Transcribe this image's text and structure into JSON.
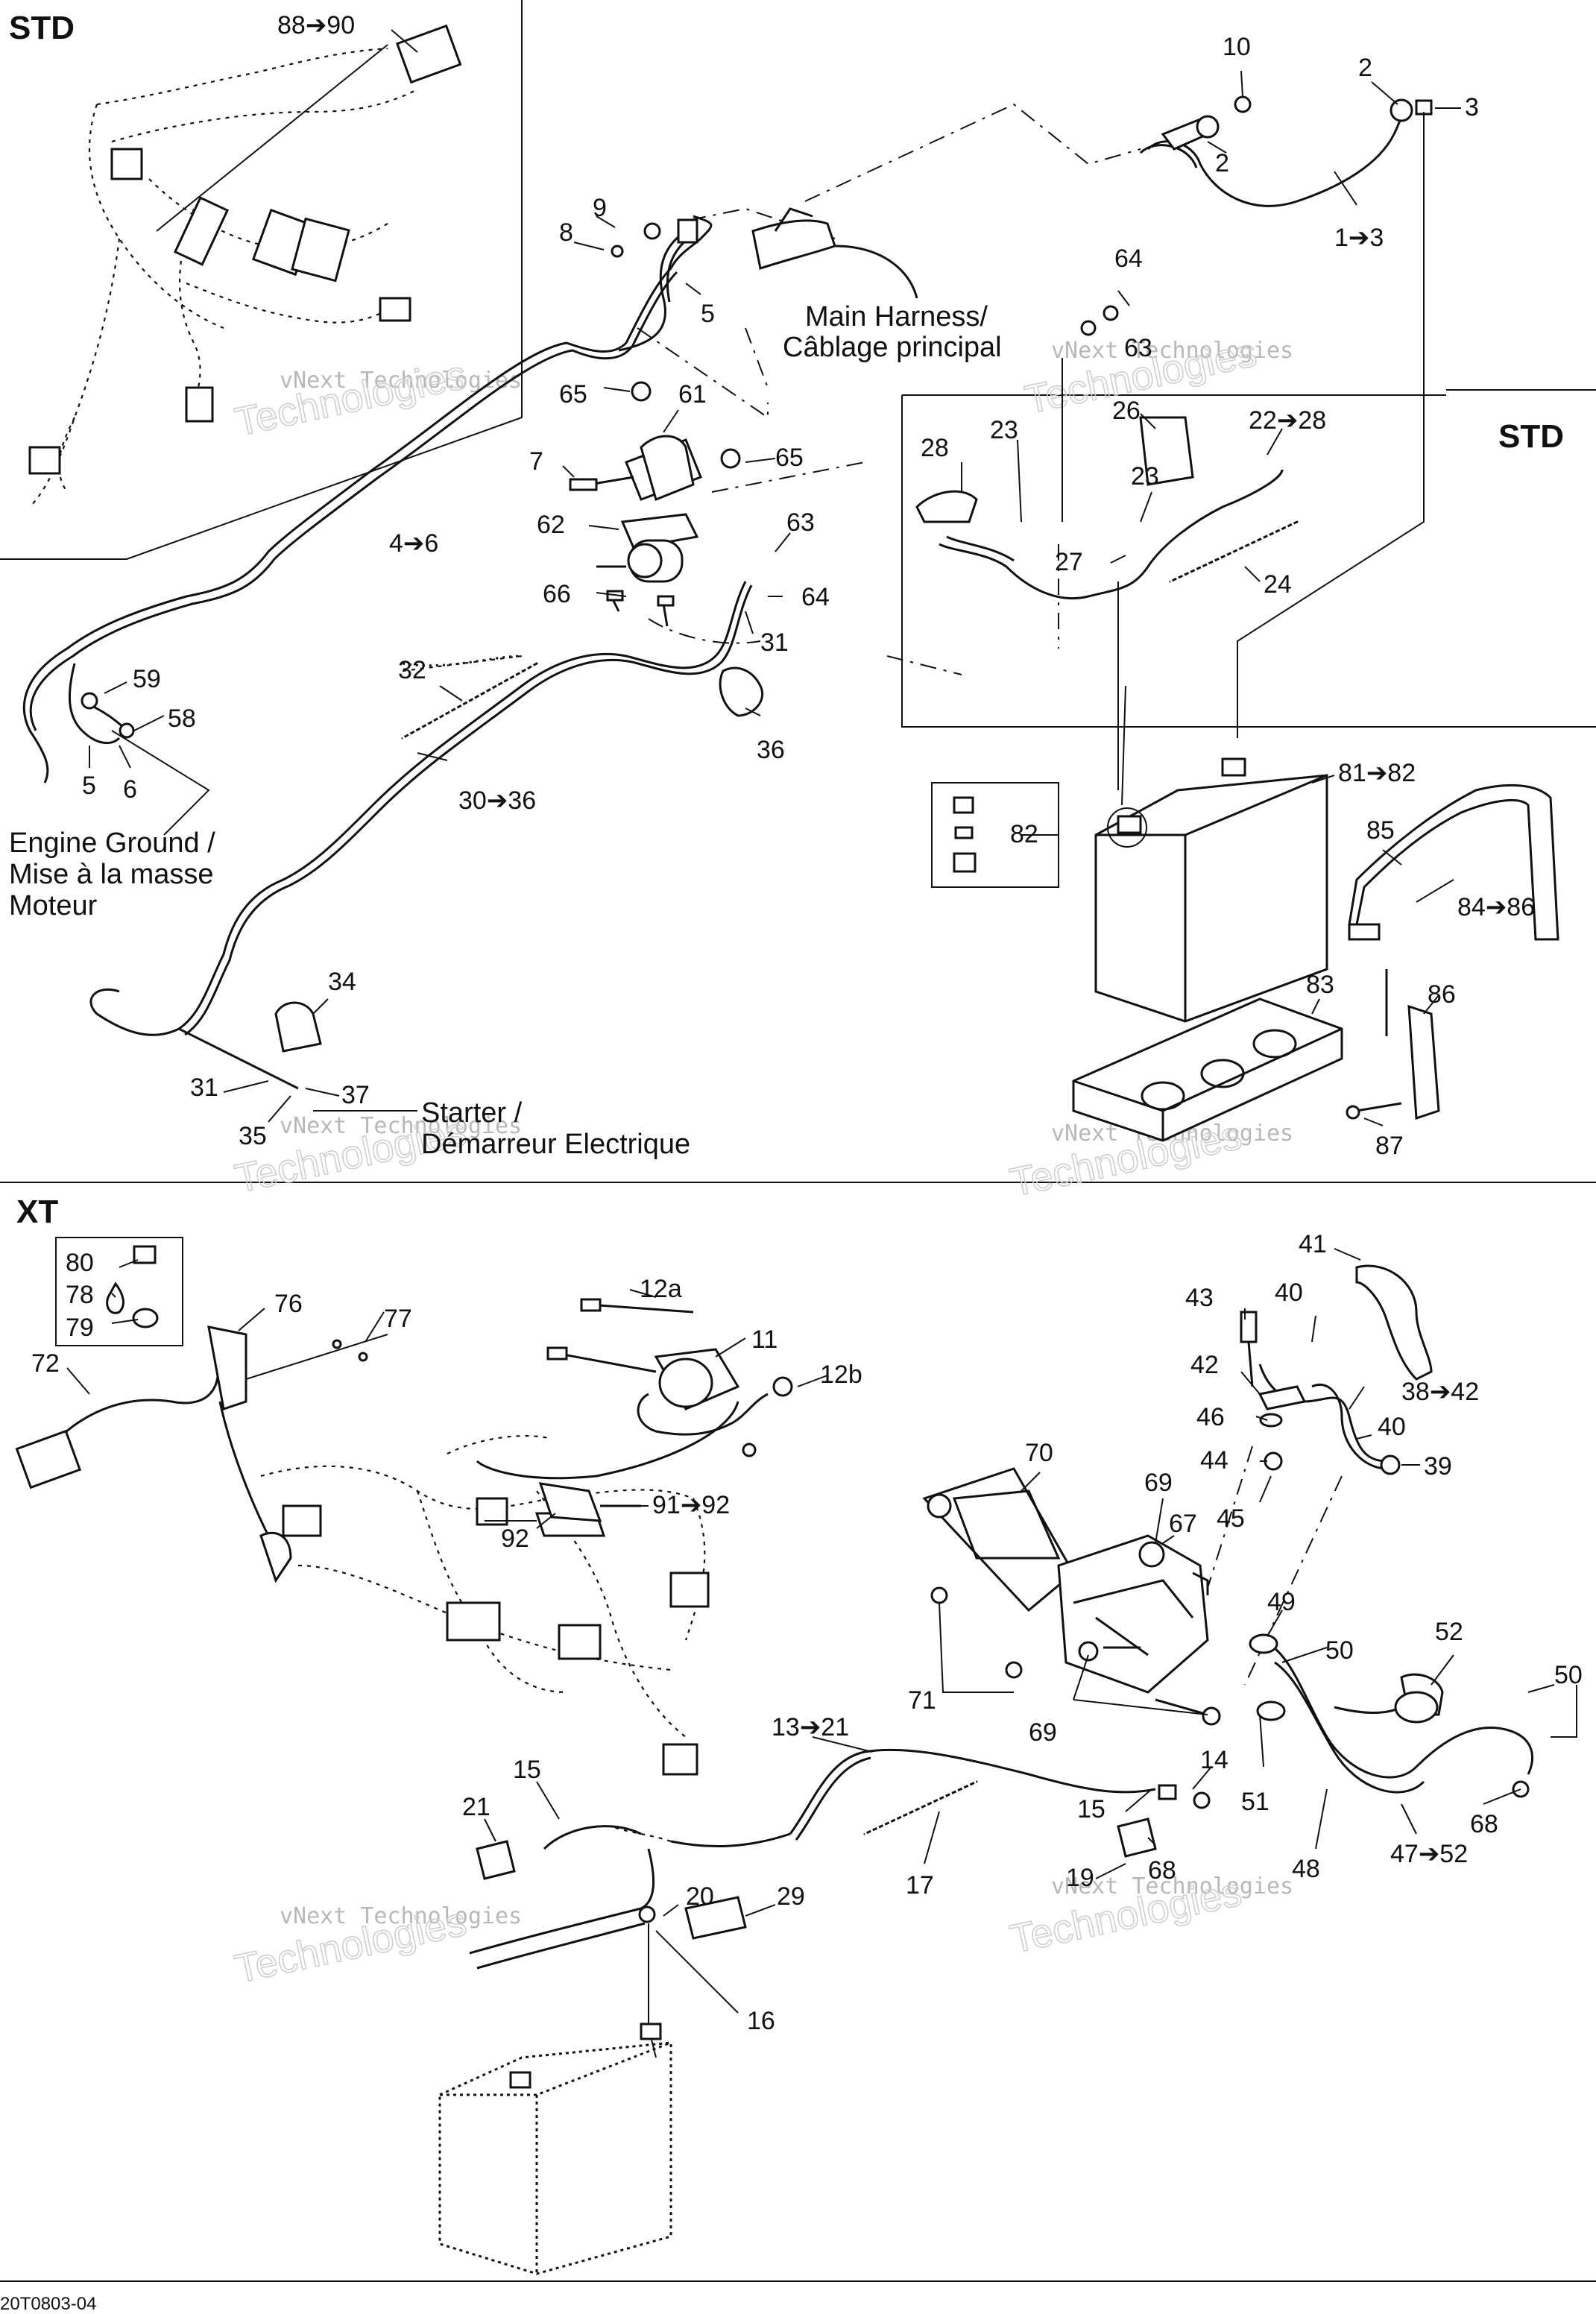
{
  "sections": {
    "std_top_left": "STD",
    "std_right": "STD",
    "xt": "XT"
  },
  "notes": {
    "main_harness": [
      "Main Harness/",
      "Câblage principal"
    ],
    "engine_ground": [
      "Engine Ground /",
      "Mise à la masse",
      "Moteur"
    ],
    "starter": [
      "Starter /",
      "Démarreur Electrique"
    ]
  },
  "callouts": [
    {
      "id": "c-88-90",
      "text": "88➔90"
    },
    {
      "id": "c-10",
      "text": "10"
    },
    {
      "id": "c-2a",
      "text": "2"
    },
    {
      "id": "c-3",
      "text": "3"
    },
    {
      "id": "c-2b",
      "text": "2"
    },
    {
      "id": "c-1-3",
      "text": "1➔3"
    },
    {
      "id": "c-9",
      "text": "9"
    },
    {
      "id": "c-8",
      "text": "8"
    },
    {
      "id": "c-5a",
      "text": "5"
    },
    {
      "id": "c-64a",
      "text": "64"
    },
    {
      "id": "c-63a",
      "text": "63"
    },
    {
      "id": "c-65a",
      "text": "65"
    },
    {
      "id": "c-61",
      "text": "61"
    },
    {
      "id": "c-7",
      "text": "7"
    },
    {
      "id": "c-65b",
      "text": "65"
    },
    {
      "id": "c-62",
      "text": "62"
    },
    {
      "id": "c-63b",
      "text": "63"
    },
    {
      "id": "c-64b",
      "text": "64"
    },
    {
      "id": "c-66",
      "text": "66"
    },
    {
      "id": "c-31a",
      "text": "31"
    },
    {
      "id": "c-36",
      "text": "36"
    },
    {
      "id": "c-4-6",
      "text": "4➔6"
    },
    {
      "id": "c-32",
      "text": "32"
    },
    {
      "id": "c-30-36",
      "text": "30➔36"
    },
    {
      "id": "c-59",
      "text": "59"
    },
    {
      "id": "c-58",
      "text": "58"
    },
    {
      "id": "c-5b",
      "text": "5"
    },
    {
      "id": "c-6",
      "text": "6"
    },
    {
      "id": "c-34",
      "text": "34"
    },
    {
      "id": "c-31b",
      "text": "31"
    },
    {
      "id": "c-37",
      "text": "37"
    },
    {
      "id": "c-35",
      "text": "35"
    },
    {
      "id": "c-26",
      "text": "26"
    },
    {
      "id": "c-22-28",
      "text": "22➔28"
    },
    {
      "id": "c-28",
      "text": "28"
    },
    {
      "id": "c-23a",
      "text": "23"
    },
    {
      "id": "c-23b",
      "text": "23"
    },
    {
      "id": "c-27",
      "text": "27"
    },
    {
      "id": "c-24",
      "text": "24"
    },
    {
      "id": "c-81-82",
      "text": "81➔82"
    },
    {
      "id": "c-82",
      "text": "82"
    },
    {
      "id": "c-85",
      "text": "85"
    },
    {
      "id": "c-84-86",
      "text": "84➔86"
    },
    {
      "id": "c-83",
      "text": "83"
    },
    {
      "id": "c-86",
      "text": "86"
    },
    {
      "id": "c-87",
      "text": "87"
    },
    {
      "id": "c-80",
      "text": "80"
    },
    {
      "id": "c-78",
      "text": "78"
    },
    {
      "id": "c-79",
      "text": "79"
    },
    {
      "id": "c-76",
      "text": "76"
    },
    {
      "id": "c-77",
      "text": "77"
    },
    {
      "id": "c-72",
      "text": "72"
    },
    {
      "id": "c-12a",
      "text": "12a"
    },
    {
      "id": "c-11",
      "text": "11"
    },
    {
      "id": "c-12b",
      "text": "12b"
    },
    {
      "id": "c-91-92",
      "text": "91➔92"
    },
    {
      "id": "c-92",
      "text": "92"
    },
    {
      "id": "c-41",
      "text": "41"
    },
    {
      "id": "c-43",
      "text": "43"
    },
    {
      "id": "c-40a",
      "text": "40"
    },
    {
      "id": "c-42",
      "text": "42"
    },
    {
      "id": "c-38-42",
      "text": "38➔42"
    },
    {
      "id": "c-46",
      "text": "46"
    },
    {
      "id": "c-40b",
      "text": "40"
    },
    {
      "id": "c-44",
      "text": "44"
    },
    {
      "id": "c-39",
      "text": "39"
    },
    {
      "id": "c-45",
      "text": "45"
    },
    {
      "id": "c-70",
      "text": "70"
    },
    {
      "id": "c-69a",
      "text": "69"
    },
    {
      "id": "c-67",
      "text": "67"
    },
    {
      "id": "c-49",
      "text": "49"
    },
    {
      "id": "c-50a",
      "text": "50"
    },
    {
      "id": "c-52",
      "text": "52"
    },
    {
      "id": "c-50b",
      "text": "50"
    },
    {
      "id": "c-71",
      "text": "71"
    },
    {
      "id": "c-69b",
      "text": "69"
    },
    {
      "id": "c-13-21",
      "text": "13➔21"
    },
    {
      "id": "c-14",
      "text": "14"
    },
    {
      "id": "c-51",
      "text": "51"
    },
    {
      "id": "c-15a",
      "text": "15"
    },
    {
      "id": "c-21",
      "text": "21"
    },
    {
      "id": "c-15b",
      "text": "15"
    },
    {
      "id": "c-68a",
      "text": "68"
    },
    {
      "id": "c-19",
      "text": "19"
    },
    {
      "id": "c-17",
      "text": "17"
    },
    {
      "id": "c-48",
      "text": "48"
    },
    {
      "id": "c-47-52",
      "text": "47➔52"
    },
    {
      "id": "c-68b",
      "text": "68"
    },
    {
      "id": "c-20",
      "text": "20"
    },
    {
      "id": "c-29",
      "text": "29"
    },
    {
      "id": "c-16",
      "text": "16"
    }
  ],
  "watermark": {
    "line1": "vNext Technologies",
    "line2": "Technologies"
  },
  "drawing_code": "20T0803-04"
}
